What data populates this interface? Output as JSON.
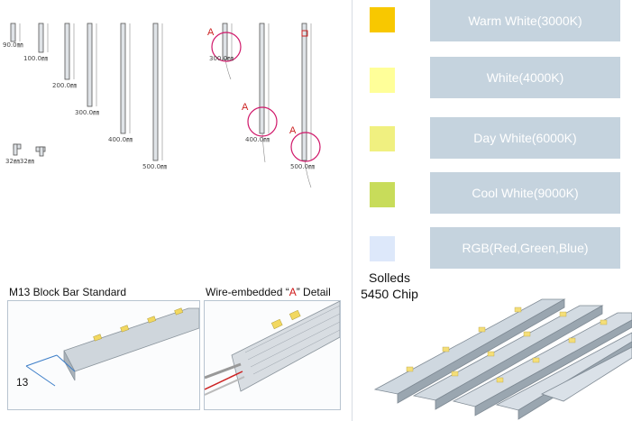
{
  "dimensions": {
    "d90": "90.0㎜",
    "d100": "100.0㎜",
    "d200": "200.0㎜",
    "d300": "300.0㎜",
    "d400": "400.0㎜",
    "d500": "500.0㎜",
    "w300": "300.0㎜",
    "w400": "400.0㎜",
    "w500": "500.0㎜",
    "corner": "32㎜32㎜"
  },
  "callouts": {
    "a1": "A",
    "a2": "A",
    "a3": "A"
  },
  "sections": {
    "standard_title": "M13 Block Bar  Standard",
    "standard_dim": "13",
    "detail_prefix": "Wire-embedded “",
    "detail_highlight": "A",
    "detail_suffix": "” Detail"
  },
  "colors": [
    {
      "label": "Warm White(3000K)",
      "swatch": "#f8c800"
    },
    {
      "label": "White(4000K)",
      "swatch": "#ffff99"
    },
    {
      "label": "Day White(6000K)",
      "swatch": "#f0f080"
    },
    {
      "label": "Cool White(9000K)",
      "swatch": "#c8dc5a"
    },
    {
      "label": "RGB(Red,Green,Blue)",
      "swatch": "#dde8fa"
    }
  ],
  "chip": {
    "line1": "Solleds",
    "line2": "5450 Chip"
  }
}
